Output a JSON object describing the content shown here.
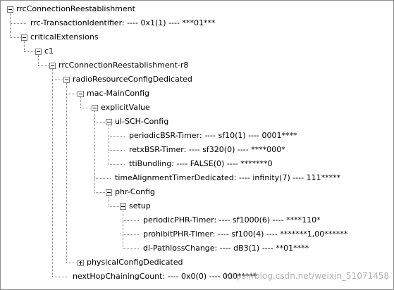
{
  "watermark": "https://blog.csdn.net/weixin_51071458",
  "tree": [
    {
      "label": "rrcConnectionReestablishment",
      "depth": 0,
      "expandable": true,
      "expanded": true,
      "last": true
    },
    {
      "label": "rrc-TransactionIdentifier: ---- 0x1(1) ---- ***01***",
      "depth": 1,
      "expandable": false,
      "last": false
    },
    {
      "label": "criticalExtensions",
      "depth": 1,
      "expandable": true,
      "expanded": true,
      "last": true
    },
    {
      "label": "c1",
      "depth": 2,
      "expandable": true,
      "expanded": true,
      "last": true
    },
    {
      "label": "rrcConnectionReestablishment-r8",
      "depth": 3,
      "expandable": true,
      "expanded": true,
      "last": true
    },
    {
      "label": "radioResourceConfigDedicated",
      "depth": 4,
      "expandable": true,
      "expanded": true,
      "last": false
    },
    {
      "label": "mac-MainConfig",
      "depth": 5,
      "expandable": true,
      "expanded": true,
      "last": false
    },
    {
      "label": "explicitValue",
      "depth": 6,
      "expandable": true,
      "expanded": true,
      "last": true
    },
    {
      "label": "ul-SCH-Config",
      "depth": 7,
      "expandable": true,
      "expanded": true,
      "last": false
    },
    {
      "label": "periodicBSR-Timer: ---- sf10(1) ---- 0001****",
      "depth": 8,
      "expandable": false,
      "last": false
    },
    {
      "label": "retxBSR-Timer: ---- sf320(0) ---- ****000*",
      "depth": 8,
      "expandable": false,
      "last": false
    },
    {
      "label": "ttiBundling: ---- FALSE(0) ---- *******0",
      "depth": 8,
      "expandable": false,
      "last": true
    },
    {
      "label": "timeAlignmentTimerDedicated: ---- infinity(7) ---- 111*****",
      "depth": 7,
      "expandable": false,
      "last": false
    },
    {
      "label": "phr-Config",
      "depth": 7,
      "expandable": true,
      "expanded": true,
      "last": true
    },
    {
      "label": "setup",
      "depth": 8,
      "expandable": true,
      "expanded": true,
      "last": true
    },
    {
      "label": "periodicPHR-Timer: ---- sf1000(6) ---- ****110*",
      "depth": 9,
      "expandable": false,
      "last": false
    },
    {
      "label": "prohibitPHR-Timer: ---- sf100(4) ---- *******1,00******",
      "depth": 9,
      "expandable": false,
      "last": false
    },
    {
      "label": "dl-PathlossChange: ---- dB3(1) ---- **01****",
      "depth": 9,
      "expandable": false,
      "last": true
    },
    {
      "label": "physicalConfigDedicated",
      "depth": 5,
      "expandable": true,
      "expanded": false,
      "last": true
    },
    {
      "label": "nextHopChainingCount: ---- 0x0(0) ---- 000*****",
      "depth": 4,
      "expandable": false,
      "last": true
    }
  ]
}
